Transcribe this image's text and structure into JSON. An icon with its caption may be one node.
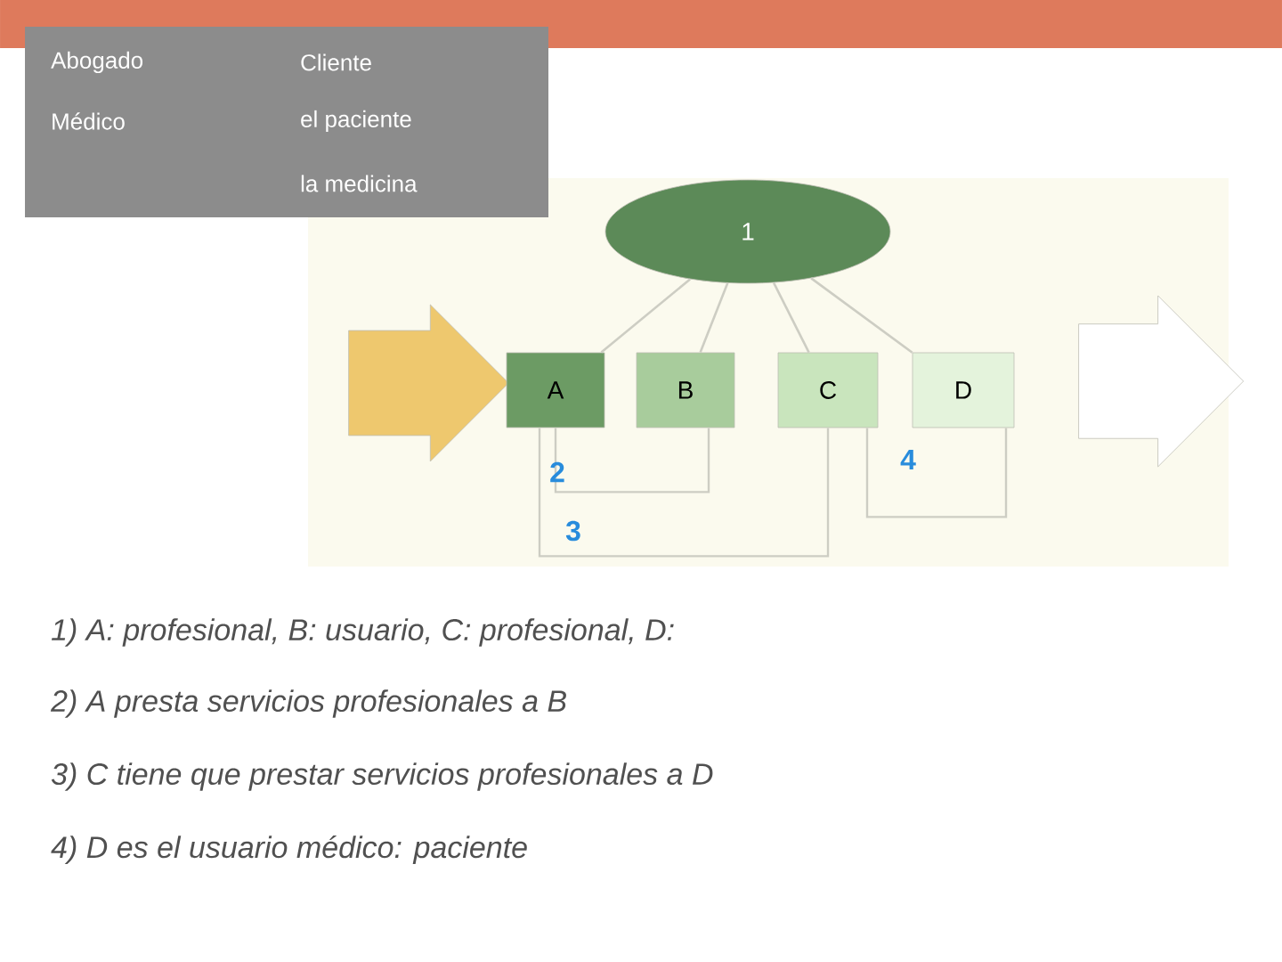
{
  "diagram": {
    "nodes": [
      {
        "text": [
          "1"
        ]
      },
      {
        "text": [],
        "shape": "arrow"
      },
      {
        "text": [
          "A"
        ]
      },
      {
        "text": [
          "B"
        ]
      },
      {
        "text": [
          "C"
        ]
      },
      {
        "text": [
          "D"
        ]
      },
      {
        "text": [],
        "shape": "arrow"
      }
    ],
    "edges": [
      {
        "from": 0,
        "to": 2,
        "arrow": "none"
      },
      {
        "from": 0,
        "to": 3,
        "arrow": "none"
      },
      {
        "from": 0,
        "to": 4,
        "arrow": "none"
      },
      {
        "from": 0,
        "to": 5,
        "arrow": "none"
      },
      {
        "from": 2,
        "to": 3,
        "arrow": "none"
      },
      {
        "from": 2,
        "to": 4,
        "arrow": "none"
      },
      {
        "from": 4,
        "to": 5,
        "arrow": "none"
      }
    ],
    "labels": [
      "Abogado",
      "Cliente",
      "Médico",
      "el paciente",
      "la medicina",
      "2",
      "4",
      "3",
      "1) A: profesional, B: usuario, C: profesional, D:",
      "2) A presta servicios profesionales a B",
      "3) C tiene que prestar servicios profesionales a D",
      "4) D es el usuario médico: paciente"
    ]
  }
}
